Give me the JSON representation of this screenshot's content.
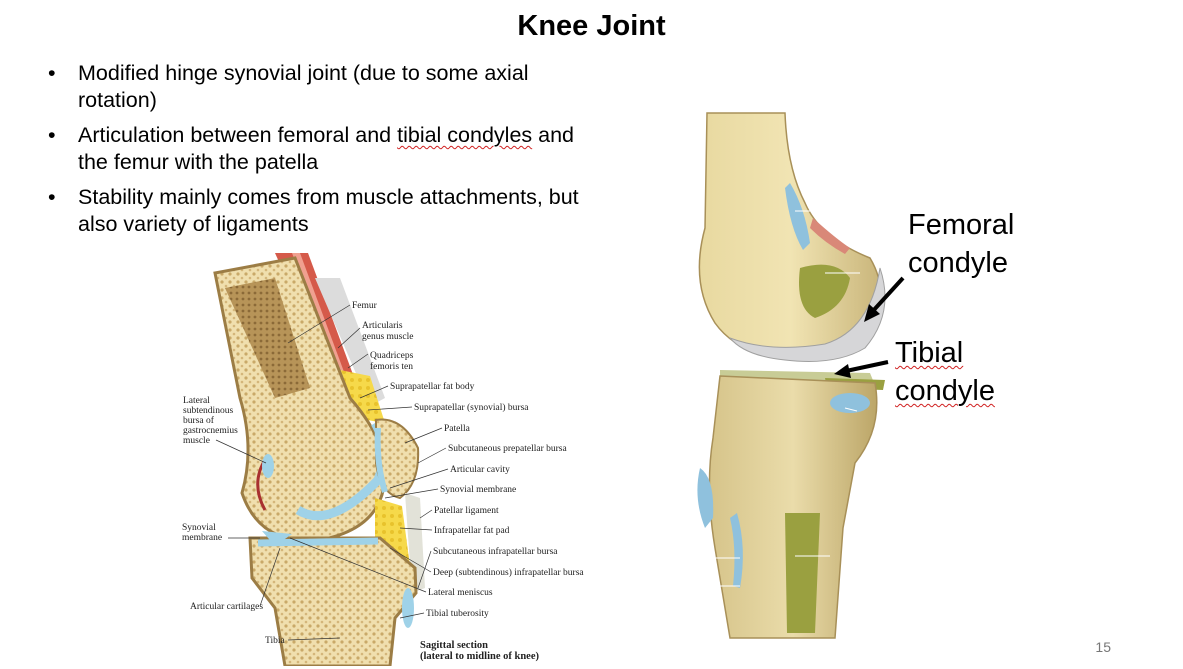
{
  "slide": {
    "title": "Knee Joint",
    "page_number": "15"
  },
  "bullets": [
    {
      "symbol": "•",
      "parts": [
        "Modified hinge synovial joint (due to some axial rotation)"
      ]
    },
    {
      "symbol": "•",
      "parts": [
        "Articulation between femoral and ",
        "tibial condyles",
        " and the femur with the patella"
      ]
    },
    {
      "symbol": "•",
      "parts": [
        "Stability mainly comes from muscle attachments, but also variety of ligaments"
      ]
    }
  ],
  "sagittal_figure": {
    "right_labels": [
      "Femur",
      "Articularis",
      "genus muscle",
      "Quadriceps",
      "femoris ten",
      "Suprapatellar fat body",
      "Suprapatellar (synovial) bursa",
      "Patella",
      "Subcutaneous prepatellar bursa",
      "Articular cavity",
      "Synovial membrane",
      "Patellar ligament",
      "Infrapatellar fat pad",
      "Subcutaneous infrapatellar bursa",
      "Deep (subtendinous) infrapatellar bursa",
      "Lateral meniscus",
      "Tibial tuberosity"
    ],
    "left_labels": [
      "Lateral",
      "subtendinous",
      "bursa of",
      "gastrocnemius",
      "muscle",
      "Synovial",
      "membrane",
      "Articular cartilages",
      "Tibia"
    ],
    "caption_line1": "Sagittal section",
    "caption_line2": "(lateral to midline of knee)"
  },
  "lateral_figure": {
    "femoral_line1": "Femoral",
    "femoral_line2": "condyle",
    "tibial_line1": "Tibial",
    "tibial_line2": "condyle"
  }
}
